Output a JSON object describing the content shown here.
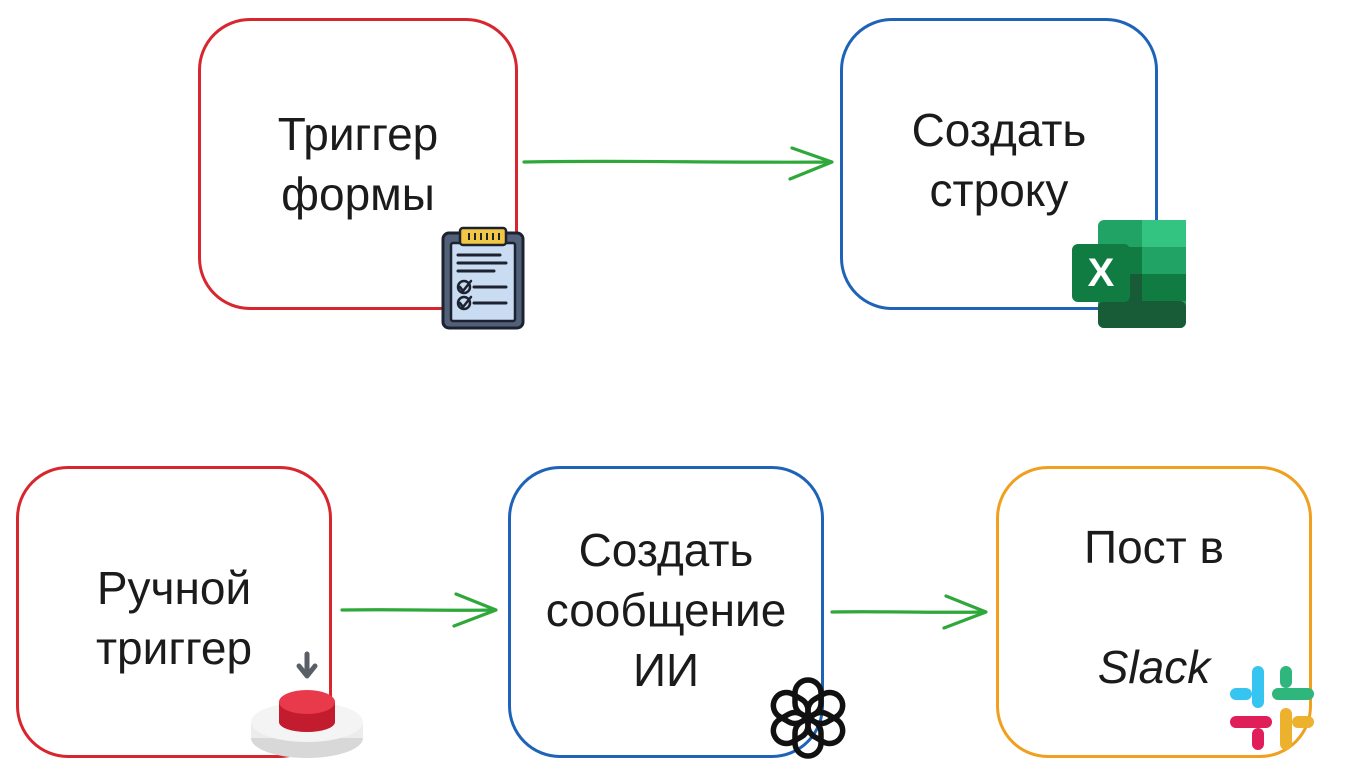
{
  "colors": {
    "trigger": "#d8262f",
    "action": "#1e63b8",
    "output": "#f0a01e",
    "arrow": "#2ea83a"
  },
  "nodes": {
    "form_trigger": {
      "label": "Триггер\nформы",
      "icon": "clipboard-checklist-icon"
    },
    "create_row": {
      "label": "Создать\nстроку",
      "icon": "excel-icon"
    },
    "manual_trigger": {
      "label": "Ручной\nтриггер",
      "icon": "red-push-button-icon"
    },
    "create_ai_message": {
      "label": "Создать\nсообщение\nИИ",
      "icon": "openai-icon"
    },
    "slack_post": {
      "label_line1": "Пост в",
      "label_line2": "Slack",
      "icon": "slack-icon"
    }
  },
  "edges": [
    {
      "from": "form_trigger",
      "to": "create_row"
    },
    {
      "from": "manual_trigger",
      "to": "create_ai_message"
    },
    {
      "from": "create_ai_message",
      "to": "slack_post"
    }
  ]
}
